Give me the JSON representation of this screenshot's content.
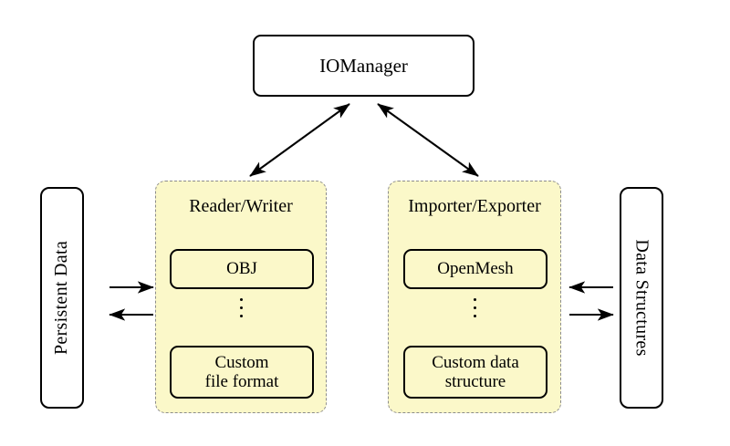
{
  "diagram": {
    "title_node": {
      "label": "IOManager"
    },
    "left_endpoint": {
      "label": "Persistent Data"
    },
    "right_endpoint": {
      "label": "Data Structures"
    },
    "groups": [
      {
        "id": "reader-writer",
        "title": "Reader/Writer",
        "items": [
          {
            "label": "OBJ"
          },
          {
            "label": "Custom\nfile format",
            "line1": "Custom",
            "line2": "file format"
          }
        ],
        "ellipsis": "⋮"
      },
      {
        "id": "importer-exporter",
        "title": "Importer/Exporter",
        "items": [
          {
            "label": "OpenMesh"
          },
          {
            "label": "Custom data\nstructure",
            "line1": "Custom data",
            "line2": "structure"
          }
        ],
        "ellipsis": "⋮"
      }
    ],
    "connections": [
      {
        "name": "iomanager-to-reader-writer",
        "kind": "double-headed-diagonal"
      },
      {
        "name": "iomanager-to-importer-exporter",
        "kind": "double-headed-diagonal"
      },
      {
        "name": "persistent-data-to-reader-writer",
        "kind": "single-arrow-right"
      },
      {
        "name": "reader-writer-to-persistent-data",
        "kind": "single-arrow-left"
      },
      {
        "name": "data-structures-to-importer-exporter",
        "kind": "single-arrow-left"
      },
      {
        "name": "importer-exporter-to-data-structures",
        "kind": "single-arrow-right"
      }
    ],
    "colors": {
      "background": "#ffffff",
      "group_fill": "#fbf8c9",
      "group_border": "#8c8c8c",
      "node_border": "#000000",
      "text": "#000000"
    }
  }
}
